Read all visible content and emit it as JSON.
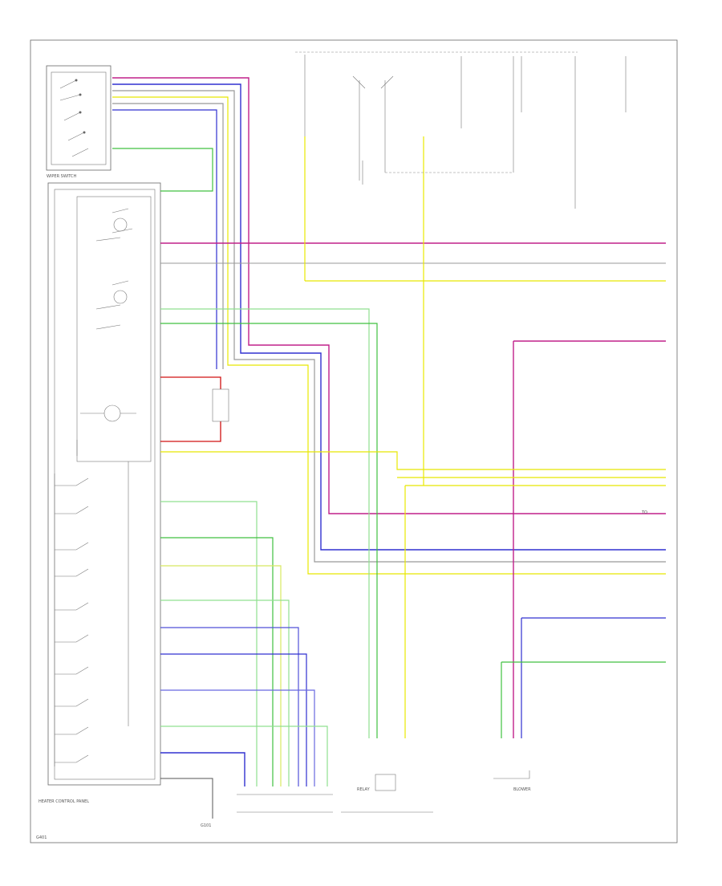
{
  "diagram": {
    "labels": {
      "switch_top": "WIPER SWITCH",
      "heater_panel": "HEATER CONTROL PANEL",
      "ground_label": "G101",
      "relay_label": "RELAY",
      "motor_bottom": "BLOWER",
      "right_label": "TO",
      "note_bottom_left": "G401"
    },
    "wire_colors": {
      "magenta": "#c0208a",
      "blue": "#3030d0",
      "yellow": "#e8e800",
      "green": "#40c040",
      "gray": "#999999",
      "red": "#d01010",
      "light_green": "#90e090"
    }
  }
}
